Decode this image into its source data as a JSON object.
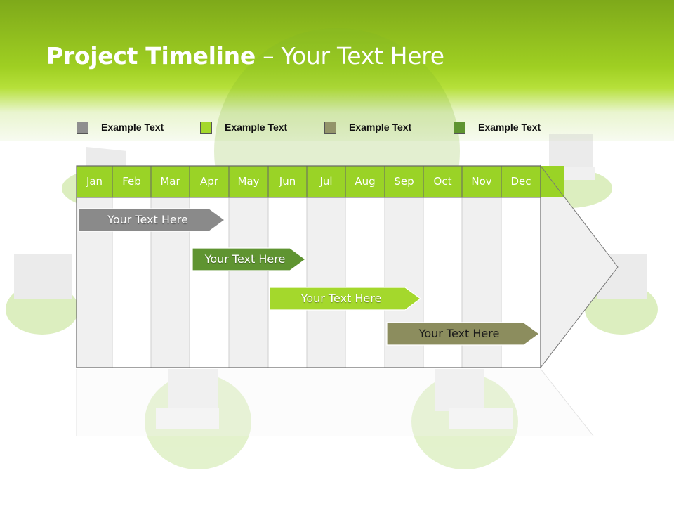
{
  "slide": {
    "title_bold": "Project Timeline",
    "title_rest": " – Your Text Here"
  },
  "legend": [
    {
      "label": "Example Text",
      "color": "#8f8f8f"
    },
    {
      "label": "Example Text",
      "color": "#a4d82c"
    },
    {
      "label": "Example Text",
      "color": "#93946a"
    },
    {
      "label": "Example Text",
      "color": "#5f9431"
    }
  ],
  "months": [
    "Jan",
    "Feb",
    "Mar",
    "Apr",
    "May",
    "Jun",
    "Jul",
    "Aug",
    "Sep",
    "Oct",
    "Nov",
    "Dec"
  ],
  "tasks": [
    {
      "label": "Your  Text Here",
      "color": "#8a8a8a"
    },
    {
      "label": "Your  Text Here",
      "color": "#5f9431"
    },
    {
      "label": "Your  Text Here",
      "color": "#a4d82c"
    },
    {
      "label": "Your  Text Here",
      "color": "#8c8d5e"
    }
  ],
  "colors": {
    "header_green": "#9fcf22",
    "month_band": "#9ad326",
    "column_shaded": "#f0f0f0",
    "column_white": "#ffffff"
  }
}
